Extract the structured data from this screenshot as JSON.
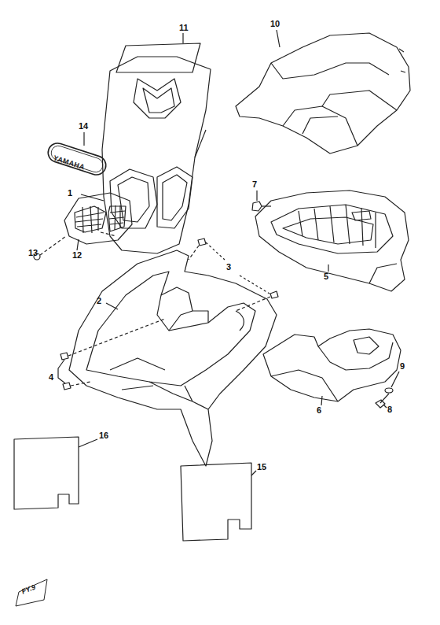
{
  "diagram": {
    "labels": [
      "11",
      "10",
      "14",
      "1",
      "7",
      "13",
      "12",
      "3",
      "5",
      "2",
      "9",
      "8",
      "4",
      "6",
      "16",
      "15",
      "YAMAHA",
      "FY.9"
    ]
  }
}
